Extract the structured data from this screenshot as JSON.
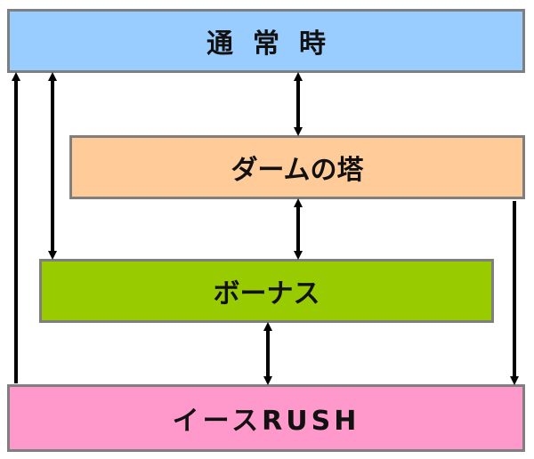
{
  "nodes": {
    "normal": {
      "label": "通常時",
      "color": "#99ccff"
    },
    "tower": {
      "label": "ダームの塔",
      "color": "#ffcc99"
    },
    "bonus": {
      "label": "ボーナス",
      "color": "#99cc00"
    },
    "rush": {
      "label": "イースRUSH",
      "color": "#ff99cc"
    }
  },
  "edges": [
    {
      "from": "rush",
      "to": "normal",
      "direction": "one-way"
    },
    {
      "from": "normal",
      "to": "bonus",
      "direction": "two-way"
    },
    {
      "from": "normal",
      "to": "tower",
      "direction": "two-way"
    },
    {
      "from": "tower",
      "to": "bonus",
      "direction": "two-way"
    },
    {
      "from": "bonus",
      "to": "rush",
      "direction": "two-way"
    },
    {
      "from": "tower",
      "to": "rush",
      "direction": "one-way"
    }
  ],
  "style": {
    "border_color": "#7f7f7f",
    "arrow_color": "#000000"
  }
}
